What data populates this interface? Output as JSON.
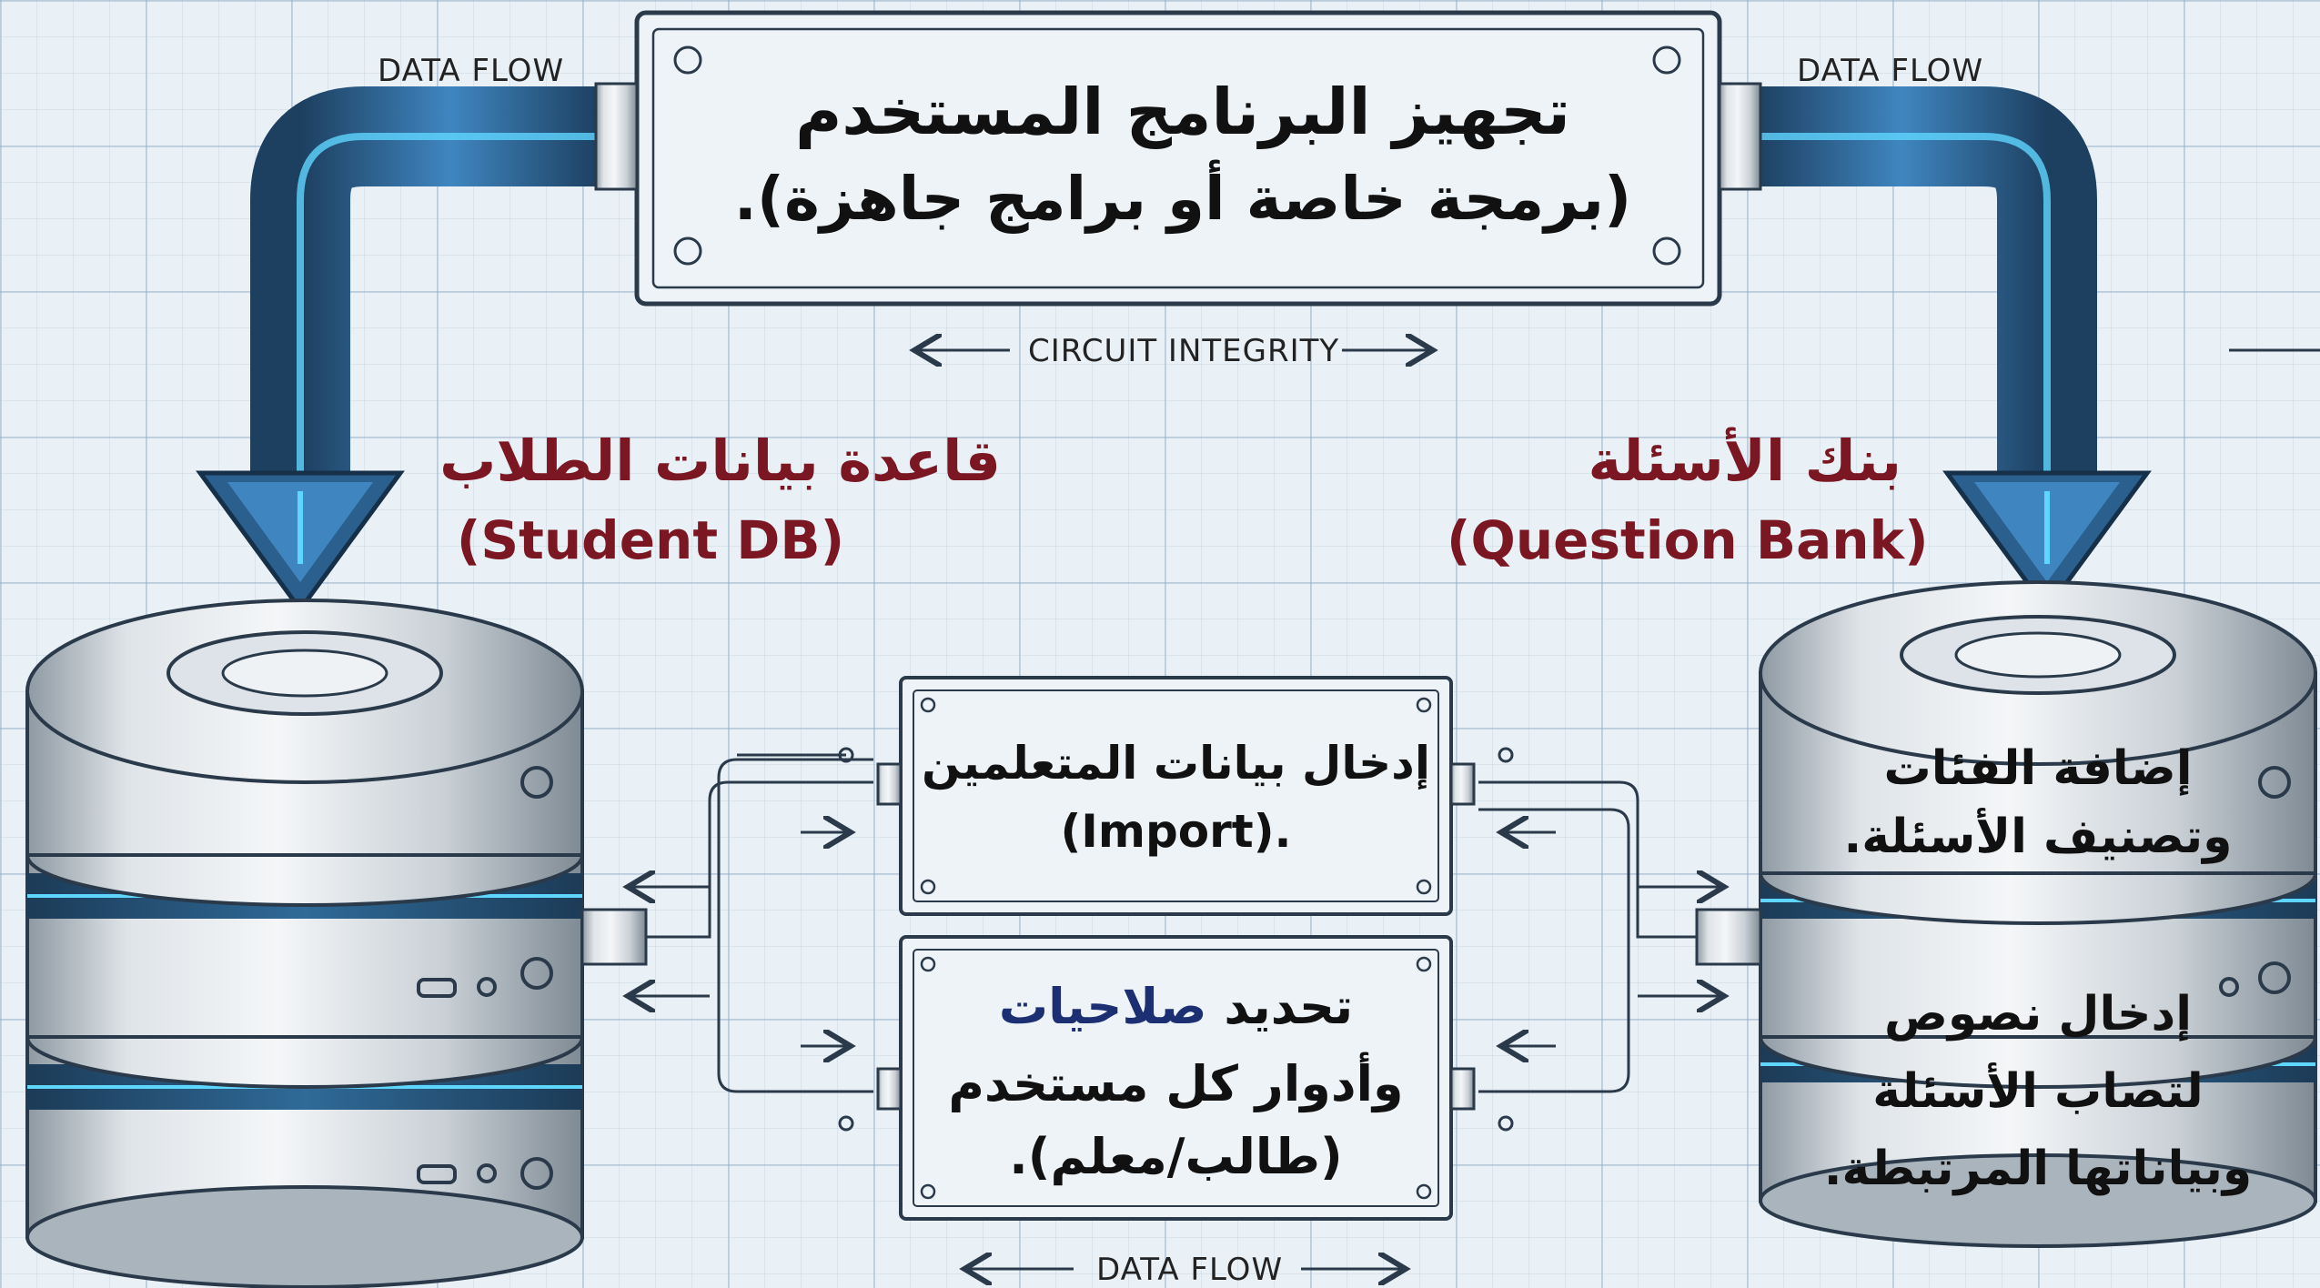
{
  "header_box": {
    "line1": "تجهيز البرنامج المستخدم",
    "line2": "(برمجة خاصة أو برامج جاهزة)."
  },
  "labels": {
    "data_flow_left": "DATA FLOW",
    "data_flow_right": "DATA FLOW",
    "data_flow_bottom": "DATA FLOW",
    "circuit_integrity": "CIRCUIT INTEGRITY"
  },
  "student_db": {
    "title_ar": "قاعدة بيانات الطلاب",
    "title_en": "(Student DB)"
  },
  "question_bank": {
    "title_ar": "بنك الأسئلة",
    "title_en": "(Question Bank)",
    "item1_line1": "إضافة الفئات",
    "item1_line2": "وتصنيف الأسئلة.",
    "item2_line1": "إدخال نصوص",
    "item2_line2": "لتصاب الأسئلة",
    "item2_line3": "وبياناتها المرتبطة."
  },
  "import_box": {
    "line1": "إدخال بيانات المتعلمين",
    "line2": "(Import)."
  },
  "roles_box": {
    "line1_a": "تحديد ",
    "line1_b": "صلاحيات",
    "line2": "وأدوار كل مستخدم",
    "line3": "(طالب/معلم)."
  },
  "colors": {
    "title_red": "#7a1722",
    "accent_blue": "#1b2f72",
    "pipe_blue": "#2b5f8e",
    "glow_cyan": "#5fd6ff"
  }
}
